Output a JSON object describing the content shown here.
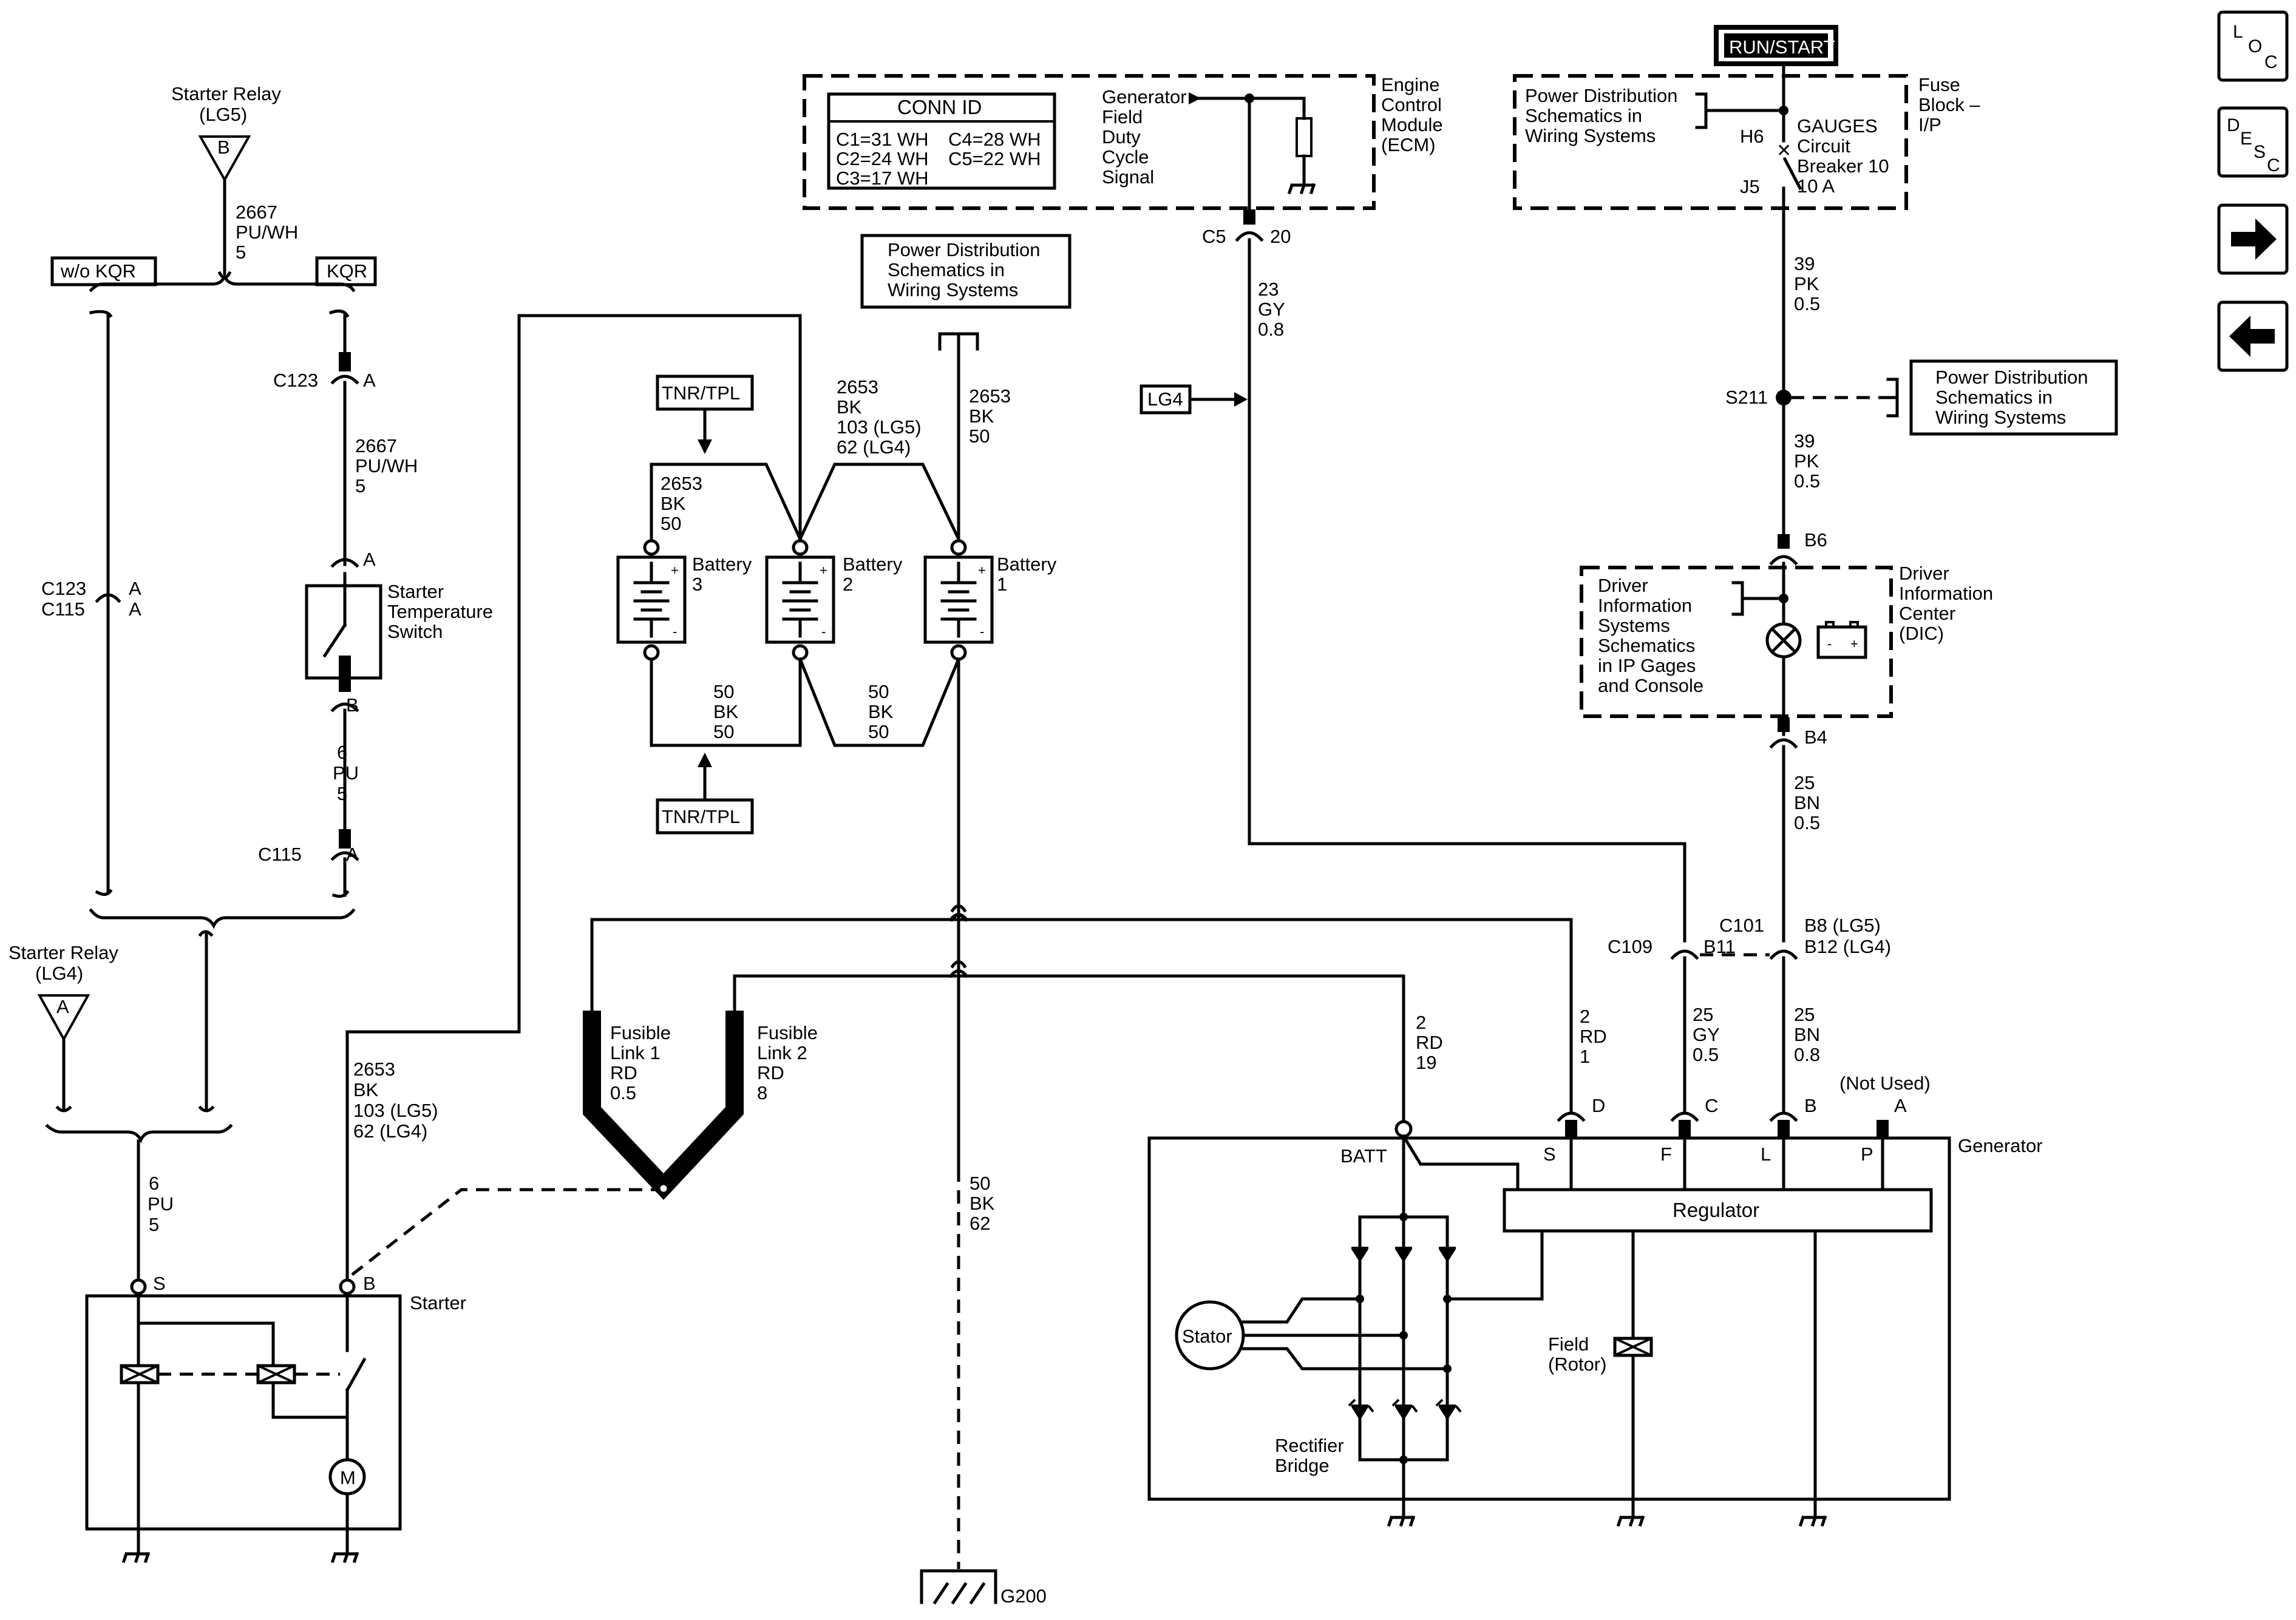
{
  "nav": {
    "loc": [
      "L",
      "O",
      "C"
    ],
    "desc": [
      "D",
      "E",
      "S",
      "C"
    ]
  },
  "labels": {
    "run_start": "RUN/START",
    "starter_relay_lg5": [
      "Starter Relay",
      "(LG5)"
    ],
    "relay_b": "B",
    "starter_relay_lg4": [
      "Starter Relay",
      "(LG4)"
    ],
    "relay_a": "A",
    "wo_kqr": "w/o KQR",
    "kqr": "KQR",
    "w2667_top": [
      "2667",
      "PU/WH",
      "5"
    ],
    "w2667_mid": [
      "2667",
      "PU/WH",
      "5"
    ],
    "c123_a": [
      "C123",
      "A"
    ],
    "c123_c115_left": [
      "C123",
      "C115"
    ],
    "c123_c115_pins": [
      "A",
      "A"
    ],
    "st_temp_a": "A",
    "starter_temp_switch": [
      "Starter",
      "Temperature",
      "Switch"
    ],
    "st_temp_b": "B",
    "w6_pu": [
      "6",
      "PU",
      "5"
    ],
    "c115_a": [
      "C115",
      "A"
    ],
    "w6_pu_bottom": [
      "6",
      "PU",
      "5"
    ],
    "starter": "Starter",
    "starter_s": "S",
    "starter_b": "B",
    "starter_m": "M",
    "w2653_starter": [
      "2653",
      "BK",
      "103 (LG5)",
      "62 (LG4)"
    ],
    "conn_id_title": "CONN ID",
    "conn_id_rows": [
      "C1=31 WH",
      "C2=24 WH",
      "C3=17 WH"
    ],
    "conn_id_rows2": [
      "C4=28 WH",
      "C5=22 WH"
    ],
    "gen_field": [
      "Generator",
      "Field",
      "Duty",
      "Cycle",
      "Signal"
    ],
    "ecm": [
      "Engine",
      "Control",
      "Module",
      "(ECM)"
    ],
    "c5": "C5",
    "c5_pin": "20",
    "w23_gy": [
      "23",
      "GY",
      "0.8"
    ],
    "lg4_tag": "LG4",
    "pds_center": [
      "Power Distribution",
      "Schematics in",
      "Wiring Systems"
    ],
    "tnr_tpl_top": "TNR/TPL",
    "tnr_tpl_bottom": "TNR/TPL",
    "w2653_mid": [
      "2653",
      "BK",
      "103 (LG5)",
      "62 (LG4)"
    ],
    "w2653_right": [
      "2653",
      "BK",
      "50"
    ],
    "w2653_left": [
      "2653",
      "BK",
      "50"
    ],
    "battery3": [
      "Battery",
      "3"
    ],
    "battery2": [
      "Battery",
      "2"
    ],
    "battery1": [
      "Battery",
      "1"
    ],
    "w50_left": [
      "50",
      "BK",
      "50"
    ],
    "w50_right": [
      "50",
      "BK",
      "50"
    ],
    "fusible1": [
      "Fusible",
      "Link 1",
      "RD",
      "0.5"
    ],
    "fusible2": [
      "Fusible",
      "Link 2",
      "RD",
      "8"
    ],
    "w50_bk_62": [
      "50",
      "BK",
      "62"
    ],
    "g200": "G200",
    "pds_top_right": [
      "Power Distribution",
      "Schematics in",
      "Wiring Systems"
    ],
    "fuse_block": [
      "Fuse",
      "Block –",
      "I/P"
    ],
    "h6": "H6",
    "j5": "J5",
    "gauges_cb": [
      "GAUGES",
      "Circuit",
      "Breaker 10",
      "10 A"
    ],
    "w39_top": [
      "39",
      "PK",
      "0.5"
    ],
    "s211": "S211",
    "pds_right": [
      "Power Distribution",
      "Schematics in",
      "Wiring Systems"
    ],
    "w39_bottom": [
      "39",
      "PK",
      "0.5"
    ],
    "b6": "B6",
    "dis": [
      "Driver",
      "Information",
      "Systems",
      "Schematics",
      "in IP Gages",
      "and Console"
    ],
    "dic": [
      "Driver",
      "Information",
      "Center",
      "(DIC)"
    ],
    "b4": "B4",
    "w25_bn_top": [
      "25",
      "BN",
      "0.5"
    ],
    "c101": [
      "C101",
      "B11"
    ],
    "c109": "C109",
    "b8_b12": [
      "B8 (LG5)",
      "B12 (LG4)"
    ],
    "w2_rd_19": [
      "2",
      "RD",
      "19"
    ],
    "w2_rd_1": [
      "2",
      "RD",
      "1"
    ],
    "w25_gy": [
      "25",
      "GY",
      "0.5"
    ],
    "w25_bn_bottom": [
      "25",
      "BN",
      "0.8"
    ],
    "pin_d": "D",
    "pin_c": "C",
    "pin_b": "B",
    "pin_a": "A",
    "not_used": "(Not Used)",
    "generator": "Generator",
    "batt": "BATT",
    "gen_s": "S",
    "gen_f": "F",
    "gen_l": "L",
    "gen_p": "P",
    "regulator": "Regulator",
    "stator": "Stator",
    "field_rotor": [
      "Field",
      "(Rotor)"
    ],
    "rectifier": [
      "Rectifier",
      "Bridge"
    ]
  }
}
